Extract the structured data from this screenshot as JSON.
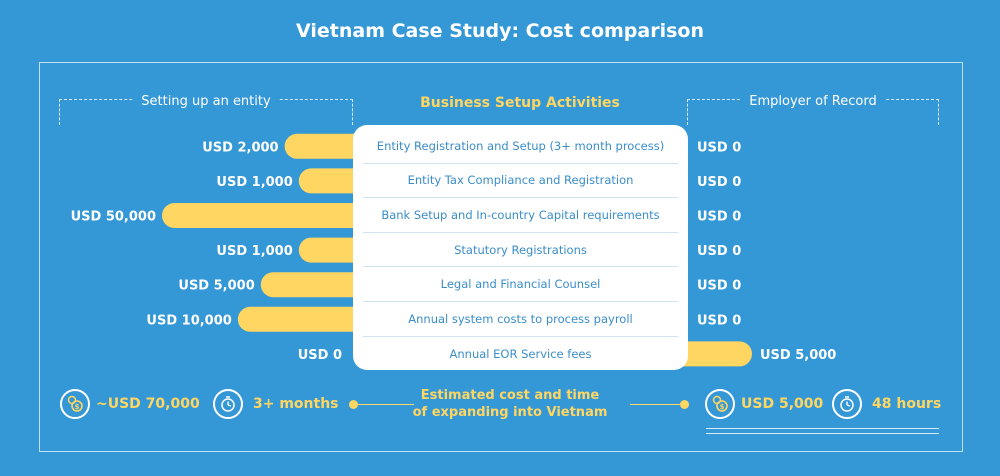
{
  "title": "Vietnam Case Study: Cost comparison",
  "left_header": "Setting up an entity",
  "center_header": "Business Setup Activities",
  "right_header": "Employer of Record",
  "chart_data": {
    "type": "bar",
    "orientation": "diverging-horizontal",
    "categories": [
      "Entity Registration and Setup (3+ month process)",
      "Entity Tax Compliance and Registration",
      "Bank Setup and In-country Capital requirements",
      "Statutory Registrations",
      "Legal and Financial Counsel",
      "Annual system costs to process payroll",
      "Annual EOR Service fees"
    ],
    "series": [
      {
        "name": "Setting up an entity",
        "values": [
          2000,
          1000,
          50000,
          1000,
          5000,
          10000,
          0
        ],
        "labels": [
          "USD 2,000",
          "USD 1,000",
          "USD 50,000",
          "USD 1,000",
          "USD 5,000",
          "USD 10,000",
          "USD 0"
        ]
      },
      {
        "name": "Employer of Record",
        "values": [
          0,
          0,
          0,
          0,
          0,
          0,
          5000
        ],
        "labels": [
          "USD 0",
          "USD 0",
          "USD 0",
          "USD 0",
          "USD 0",
          "USD 0",
          "USD 5,000"
        ]
      }
    ],
    "bar_color": "#ffd661"
  },
  "summary": {
    "left_cost": "~USD 70,000",
    "left_time": "3+ months",
    "caption_line1": "Estimated cost and time",
    "caption_line2": "of expanding into Vietnam",
    "right_cost": "USD 5,000",
    "right_time": "48 hours"
  },
  "icons": {
    "money": "money-bag-icon",
    "clock": "stopwatch-icon"
  }
}
